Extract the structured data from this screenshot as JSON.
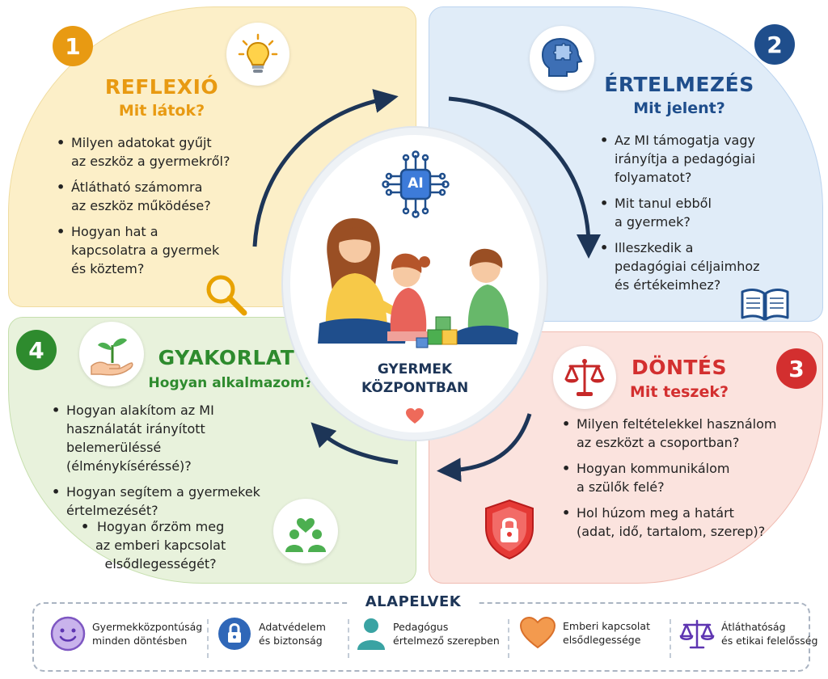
{
  "quadrants": {
    "reflexio": {
      "number": "1",
      "title": "REFLEXIÓ",
      "subtitle": "Mit látok?",
      "items": [
        {
          "bullet": "•",
          "line1": "Milyen adatokat gyűjt",
          "line2": "az eszköz a gyermekről?",
          "line3": ""
        },
        {
          "bullet": "•",
          "line1": "Átlátható számomra",
          "line2": "az eszköz működése?",
          "line3": ""
        },
        {
          "bullet": "•",
          "line1": "Hogyan hat a",
          "line2": "kapcsolatra a gyermek",
          "line3": "és köztem?"
        }
      ]
    },
    "ertelmezes": {
      "number": "2",
      "title": "ÉRTELMEZÉS",
      "subtitle": "Mit jelent?",
      "items": [
        {
          "bullet": "•",
          "line1": "Az MI támogatja vagy",
          "line2": "irányítja a pedagógiai",
          "line3": "folyamatot?"
        },
        {
          "bullet": "•",
          "line1": "Mit tanul ebből",
          "line2": "a gyermek?",
          "line3": ""
        },
        {
          "bullet": "•",
          "line1": "Illeszkedik a",
          "line2": "pedagógiai céljaimhoz",
          "line3": "és értékeimhez?"
        }
      ]
    },
    "dontes": {
      "number": "3",
      "title": "DÖNTÉS",
      "subtitle": "Mit teszek?",
      "items": [
        {
          "bullet": "•",
          "line1": "Milyen feltételekkel használom",
          "line2": "az eszközt a csoportban?"
        },
        {
          "bullet": "•",
          "line1": "Hogyan kommunikálom",
          "line2": "a szülők felé?"
        },
        {
          "bullet": "•",
          "line1": "Hol húzom meg a határt",
          "line2": "(adat, idő, tartalom, szerep)?"
        }
      ]
    },
    "gyakorlat": {
      "number": "4",
      "title": "GYAKORLAT",
      "subtitle": "Hogyan alkalmazom?",
      "items": [
        {
          "bullet": "•",
          "line1": "Hogyan alakítom az MI",
          "line2": "használatát irányított",
          "line3": "belemerüléssé",
          "line4": "(élménykíséréssé)?"
        },
        {
          "bullet": "•",
          "line1": "Hogyan segítem a gyermekek",
          "line2": "értelmezését?",
          "line3": "",
          "line4": ""
        }
      ],
      "item3": {
        "bullet": "•",
        "line1": "Hogyan őrzöm meg",
        "line2": "az emberi kapcsolat",
        "line3": "elsődlegességét?"
      }
    }
  },
  "center": {
    "ai_label": "AI",
    "line1": "GYERMEK",
    "line2": "KÖZPONTBAN"
  },
  "principles": {
    "title": "ALAPELVEK",
    "items": [
      {
        "line1": "Gyermekközpontúság",
        "line2": "minden döntésben",
        "icon": "smiley-icon"
      },
      {
        "line1": "Adatvédelem",
        "line2": "és biztonság",
        "icon": "padlock-icon"
      },
      {
        "line1": "Pedagógus",
        "line2": "értelmező szerepben",
        "icon": "person-icon"
      },
      {
        "line1": "Emberi kapcsolat",
        "line2": "elsődlegessége",
        "icon": "heart-icon"
      },
      {
        "line1": "Átláthatóság",
        "line2": "és etikai felelősség",
        "icon": "scales-icon"
      }
    ]
  },
  "colors": {
    "reflexio": "#e89a12",
    "ertelmezes": "#1f4e8c",
    "dontes": "#d32f2f",
    "gyakorlat": "#2e8b2e",
    "navy": "#1d3557"
  }
}
